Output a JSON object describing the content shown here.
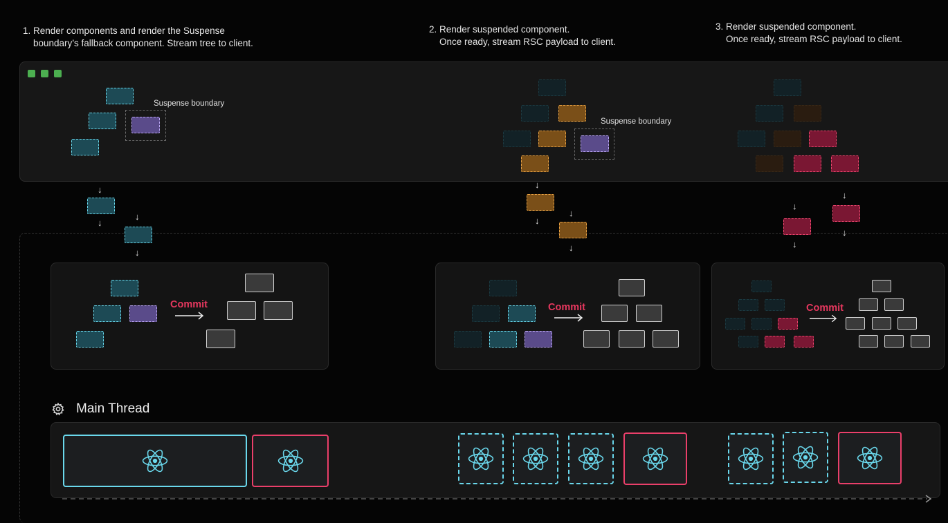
{
  "steps": [
    {
      "caption": "1. Render components and render the Suspense\n    boundary’s fallback component. Stream tree to client."
    },
    {
      "caption": "2. Render suspended component.\n    Once ready, stream RSC payload to client."
    },
    {
      "caption": "3. Render suspended component.\n    Once ready, stream RSC payload to client."
    }
  ],
  "suspense_label": "Suspense boundary",
  "commit_label": "Commit",
  "main_thread": {
    "title": "Main Thread",
    "icon": "gear-icon",
    "task_icon": "react-icon"
  },
  "colors": {
    "cyan": "#6ad8ec",
    "purple": "#b9a5f2",
    "orange": "#e6a043",
    "red": "#f0476f",
    "commit": "#e8385f",
    "window_dots": "#4caf50"
  }
}
